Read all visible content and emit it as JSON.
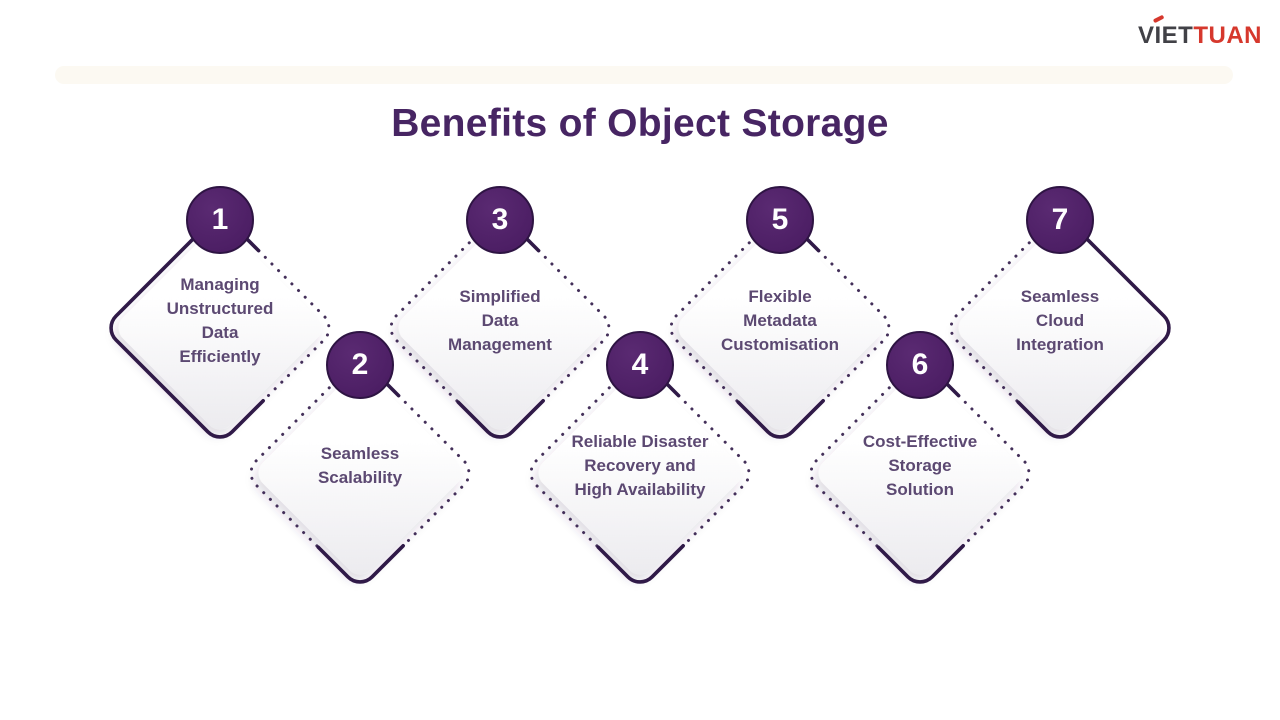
{
  "title": {
    "text": "Benefits of Object Storage"
  },
  "logo": {
    "v": "V",
    "i": "I",
    "et": "ET",
    "tuan": "TUAN"
  },
  "diamonds": [
    {
      "number": "1",
      "label": "Managing\nUnstructured\nData\nEfficiently",
      "variant": "left-end"
    },
    {
      "number": "2",
      "label": "Seamless\nScalability",
      "variant": "middle"
    },
    {
      "number": "3",
      "label": "Simplified\nData\nManagement",
      "variant": "middle"
    },
    {
      "number": "4",
      "label": "Reliable Disaster\nRecovery and\nHigh Availability",
      "variant": "middle"
    },
    {
      "number": "5",
      "label": "Flexible\nMetadata\nCustomisation",
      "variant": "middle"
    },
    {
      "number": "6",
      "label": "Cost-Effective\nStorage\nSolution",
      "variant": "middle"
    },
    {
      "number": "7",
      "label": "Seamless\nCloud\nIntegration",
      "variant": "right-end"
    }
  ],
  "colors": {
    "title_color": "#472563",
    "body_text_color": "#5c4972",
    "outline_color": "#301a48",
    "badge_fill": "#4c1e64",
    "badge_rim": "#2e1443",
    "logo_dark": "#414147",
    "logo_red": "#d6382d",
    "band_color": "#fcf9f2"
  }
}
